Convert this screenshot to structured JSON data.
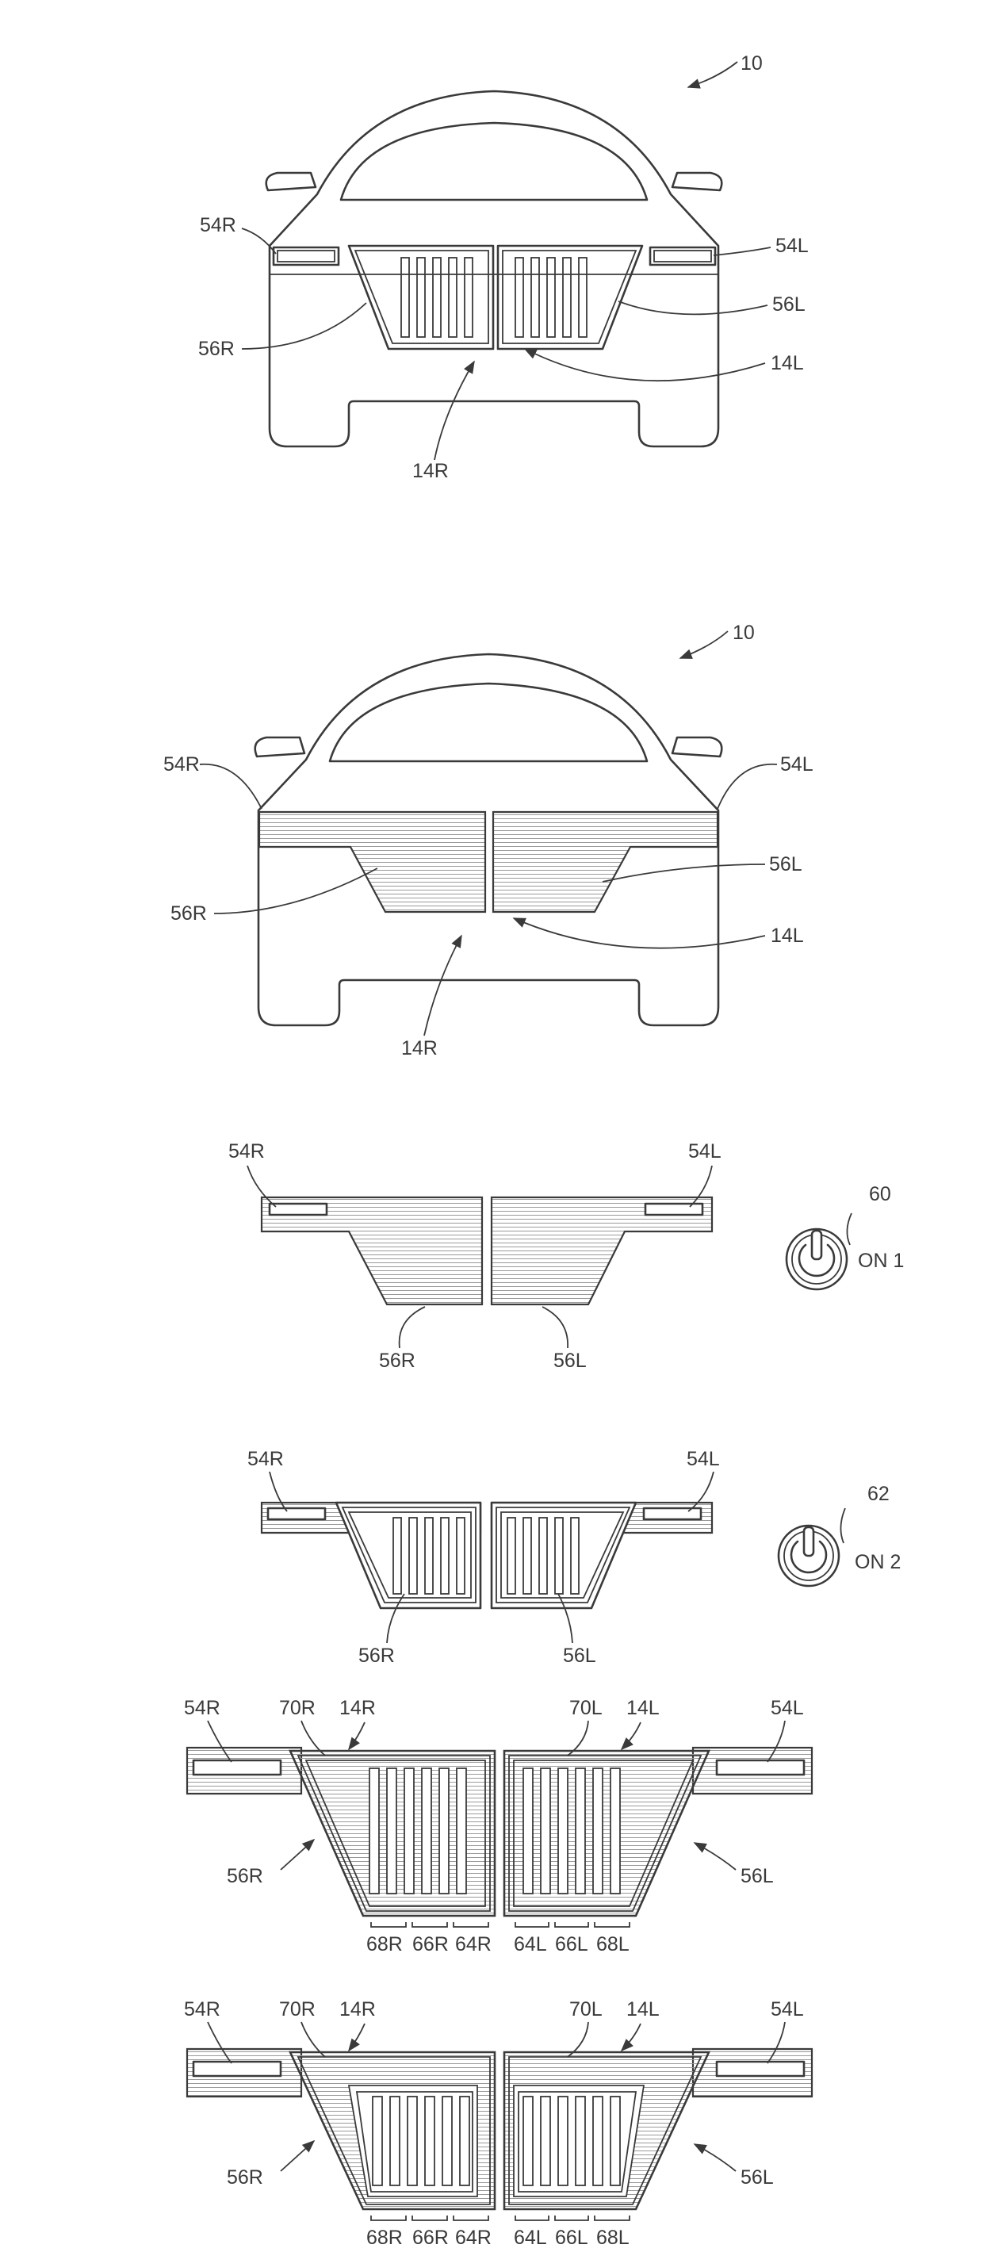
{
  "figures": [
    {
      "id": "fig-front-view-grille-visible",
      "labels": {
        "vehicle": "10",
        "lamp_right": "54R",
        "lamp_left": "54L",
        "grille_right": "14R",
        "grille_left": "14L",
        "panel_right": "56R",
        "panel_left": "56L"
      }
    },
    {
      "id": "fig-front-view-lit-panel",
      "labels": {
        "vehicle": "10",
        "lamp_right": "54R",
        "lamp_left": "54L",
        "grille_right": "14R",
        "grille_left": "14L",
        "panel_right": "56R",
        "panel_left": "56L"
      }
    },
    {
      "id": "fig-panel-mode-on1",
      "labels": {
        "lamp_right": "54R",
        "lamp_left": "54L",
        "panel_right": "56R",
        "panel_left": "56L",
        "switch_ref": "60",
        "switch_text": "ON 1"
      }
    },
    {
      "id": "fig-panel-mode-on2",
      "labels": {
        "lamp_right": "54R",
        "lamp_left": "54L",
        "panel_right": "56R",
        "panel_left": "56L",
        "switch_ref": "62",
        "switch_text": "ON 2"
      }
    },
    {
      "id": "fig-panel-detail-a",
      "labels": {
        "lamp_right": "54R",
        "lamp_left": "54L",
        "frame_right": "70R",
        "frame_left": "70L",
        "grille_right": "14R",
        "grille_left": "14L",
        "panel_right": "56R",
        "panel_left": "56L",
        "zone_r3": "68R",
        "zone_r2": "66R",
        "zone_r1": "64R",
        "zone_l1": "64L",
        "zone_l2": "66L",
        "zone_l3": "68L"
      }
    },
    {
      "id": "fig-panel-detail-b",
      "labels": {
        "lamp_right": "54R",
        "lamp_left": "54L",
        "frame_right": "70R",
        "frame_left": "70L",
        "grille_right": "14R",
        "grille_left": "14L",
        "panel_right": "56R",
        "panel_left": "56L",
        "zone_r3": "68R",
        "zone_r2": "66R",
        "zone_r1": "64R",
        "zone_l1": "64L",
        "zone_l2": "66L",
        "zone_l3": "68L"
      }
    }
  ]
}
